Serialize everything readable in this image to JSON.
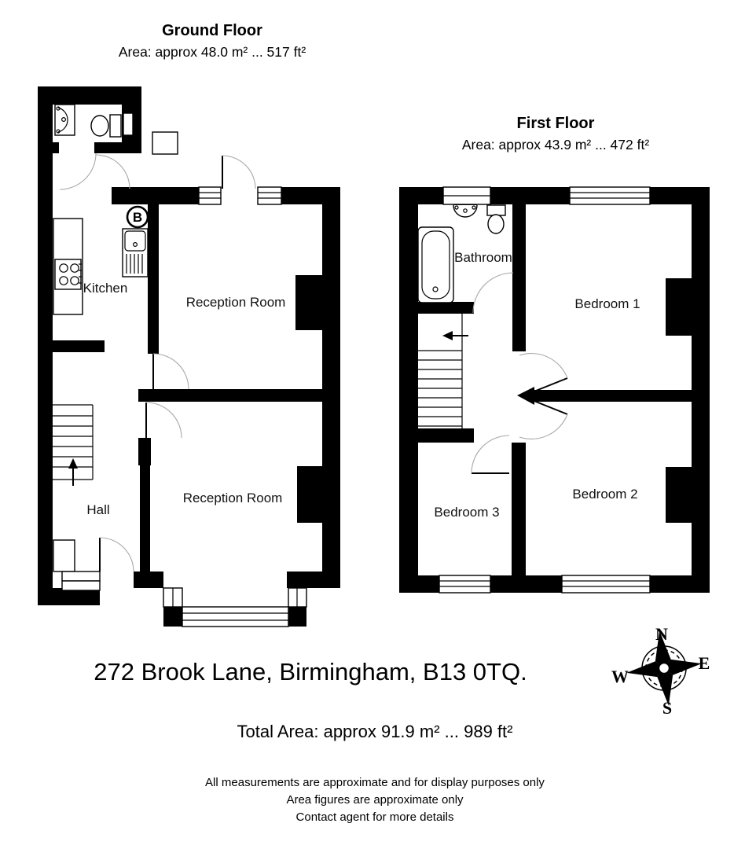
{
  "ground_floor": {
    "title": "Ground Floor",
    "area": "Area: approx 48.0 m² ... 517 ft²",
    "rooms": {
      "kitchen": "Kitchen",
      "reception_rear": "Reception Room",
      "reception_front": "Reception Room",
      "hall": "Hall"
    },
    "boiler_label": "B"
  },
  "first_floor": {
    "title": "First Floor",
    "area": "Area: approx 43.9 m² ... 472 ft²",
    "rooms": {
      "bathroom": "Bathroom",
      "bedroom1": "Bedroom 1",
      "bedroom2": "Bedroom 2",
      "bedroom3": "Bedroom 3"
    }
  },
  "compass": {
    "north": "N",
    "east": "E",
    "south": "S",
    "west": "W"
  },
  "footer": {
    "address": "272 Brook Lane, Birmingham, B13 0TQ.",
    "total_area": "Total Area: approx 91.9 m² ... 989 ft²",
    "disclaimers": [
      "All measurements are approximate and for display purposes only",
      "Area figures are approximate only",
      "Contact agent for more details"
    ]
  },
  "colors": {
    "wall": "#000000",
    "background": "#ffffff",
    "door_arc": "#a8a8a8"
  }
}
